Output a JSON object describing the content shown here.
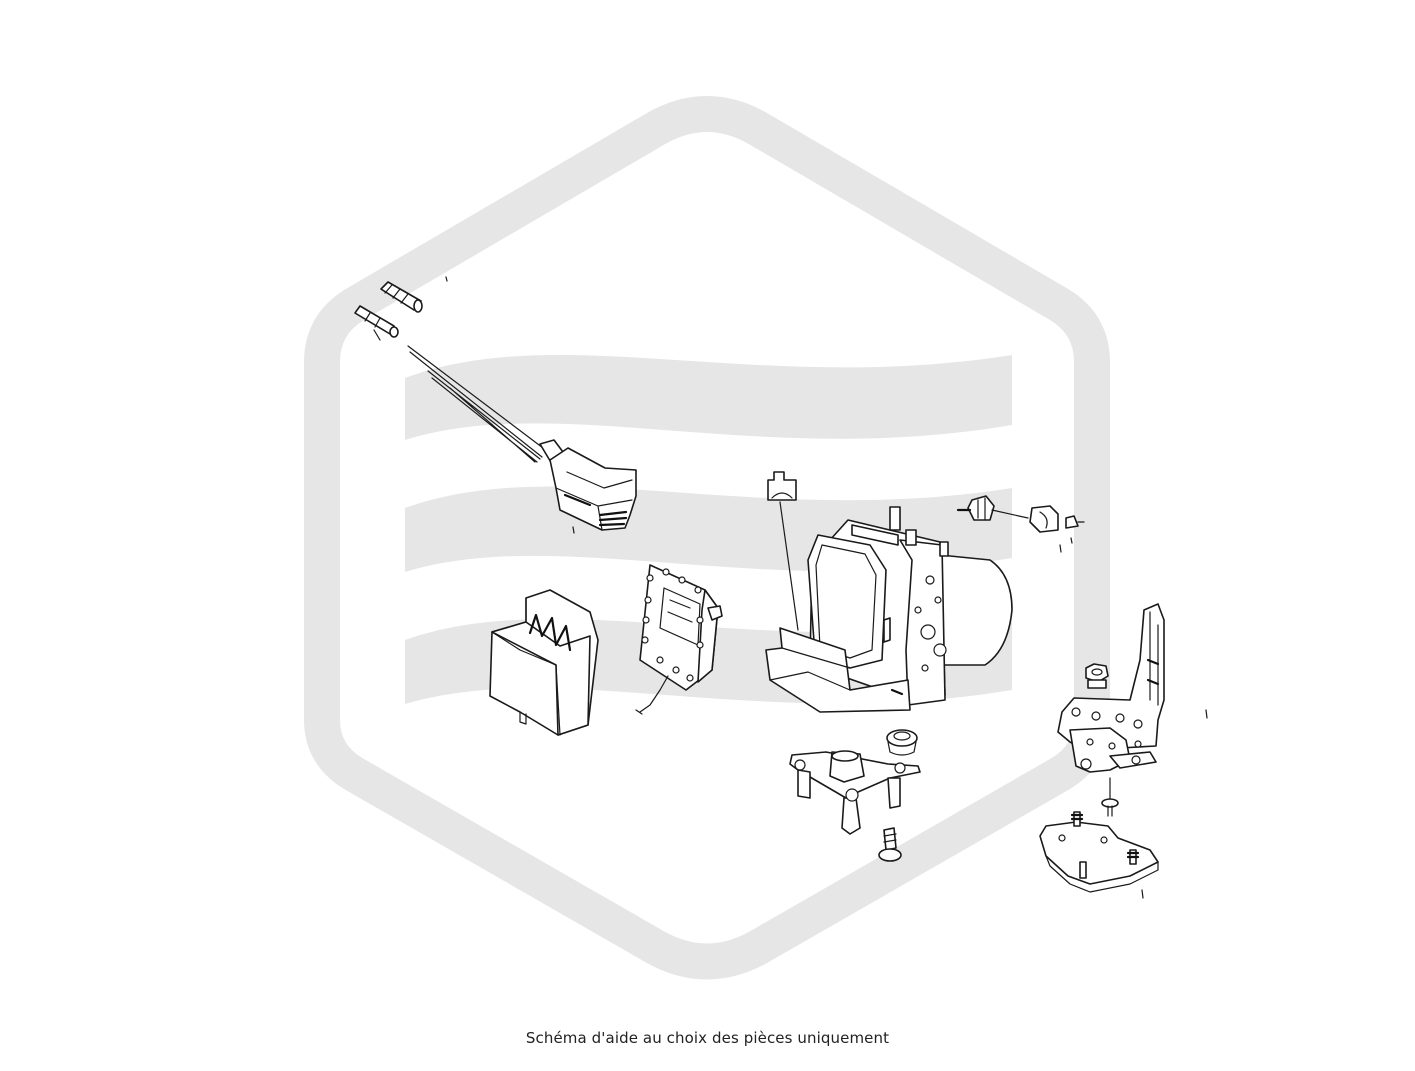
{
  "diagram": {
    "caption": "Schéma d'aide au choix des pièces uniquement",
    "watermark_color": "#e6e6e6",
    "line_color": "#1a1a1a",
    "parts": [
      "connector-plugs",
      "wiring-harness-connector",
      "abs-cover",
      "control-module",
      "cap",
      "abs-hydraulic-unit",
      "pressure-sensor",
      "sensor-cap",
      "sensor-plug",
      "rubber-grommet",
      "mounting-plate",
      "mounting-bolt",
      "abs-bracket",
      "bracket-nut",
      "bracket-pin",
      "base-plate"
    ]
  }
}
